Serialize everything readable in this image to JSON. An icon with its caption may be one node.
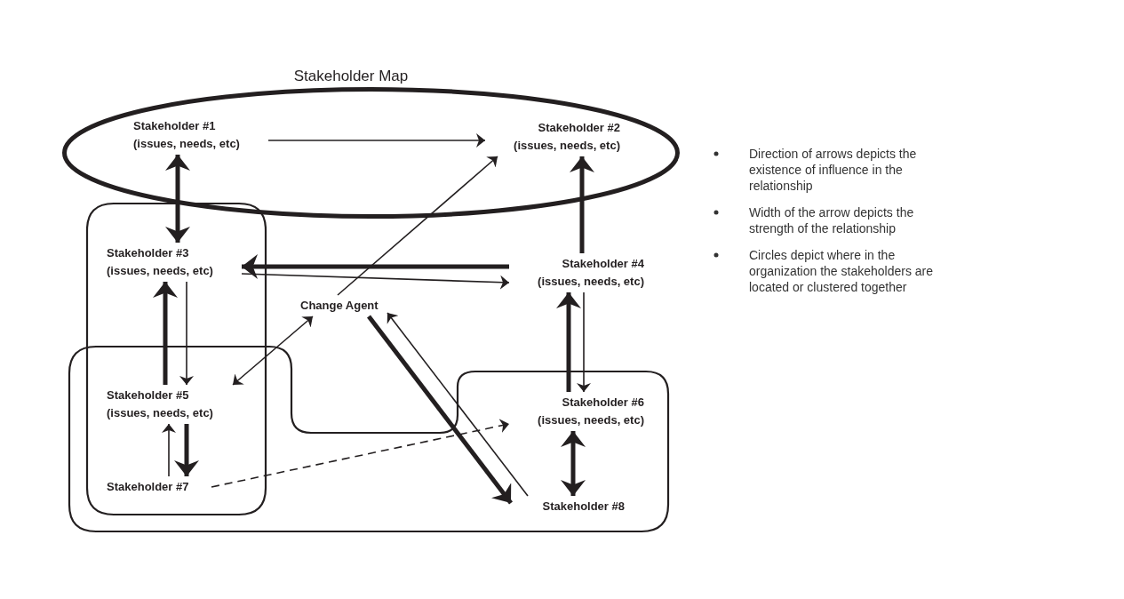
{
  "diagram": {
    "title": "Stakeholder Map",
    "nodes": [
      {
        "text": [],
        "shape": "ellipse"
      },
      {
        "text": [
          "Stakeholder #1",
          "(issues, needs, etc)"
        ],
        "in": 0
      },
      {
        "text": [
          "Stakeholder #2",
          "(issues, needs, etc)"
        ],
        "in": 0
      },
      {
        "text": [],
        "shape": "box"
      },
      {
        "text": [
          "Stakeholder #3",
          "(issues, needs, etc)"
        ],
        "in": 3
      },
      {
        "text": [
          "Stakeholder #4",
          "(issues, needs, etc)"
        ]
      },
      {
        "text": [
          "Change Agent"
        ]
      },
      {
        "text": [],
        "shape": "box"
      },
      {
        "text": [
          "Stakeholder #5",
          "(issues, needs, etc)"
        ]
      },
      {
        "text": [
          "Stakeholder #6",
          "(issues, needs, etc)"
        ],
        "in": 7
      },
      {
        "text": [
          "Stakeholder #7"
        ]
      },
      {
        "text": [
          "Stakeholder #8"
        ],
        "in": 7
      }
    ],
    "edges": [
      {
        "from": 1,
        "to": 2,
        "arrow": "to"
      },
      {
        "from": 1,
        "to": 4,
        "arrow": "both",
        "style": "thick"
      },
      {
        "from": 5,
        "to": 4,
        "arrow": "to",
        "style": "thick"
      },
      {
        "from": 4,
        "to": 5,
        "arrow": "to"
      },
      {
        "from": 6,
        "to": 2,
        "arrow": "to"
      },
      {
        "from": 8,
        "to": 4,
        "arrow": "to",
        "style": "thick"
      },
      {
        "from": 4,
        "to": 8,
        "arrow": "to"
      },
      {
        "from": 8,
        "to": 6,
        "arrow": "both"
      },
      {
        "from": 10,
        "to": 8,
        "arrow": "to"
      },
      {
        "from": 8,
        "to": 10,
        "arrow": "to",
        "style": "thick"
      },
      {
        "from": 10,
        "to": 9,
        "arrow": "to",
        "style": "dashed"
      },
      {
        "from": 9,
        "to": 5,
        "arrow": "to",
        "style": "thick"
      },
      {
        "from": 5,
        "to": 9,
        "arrow": "to"
      },
      {
        "from": 9,
        "to": 11,
        "arrow": "both",
        "style": "thick"
      },
      {
        "from": 6,
        "to": 11,
        "arrow": "to",
        "style": "thick"
      },
      {
        "from": 11,
        "to": 6,
        "arrow": "to"
      },
      {
        "from": 5,
        "to": 2,
        "arrow": "to",
        "style": "thick"
      }
    ],
    "labels": [
      "Direction of arrows depicts the existence of influence in the relationship",
      "Width of the arrow depicts the strength of the relationship",
      "Circles depict where in the organization the stakeholders are located or clustered together"
    ]
  }
}
